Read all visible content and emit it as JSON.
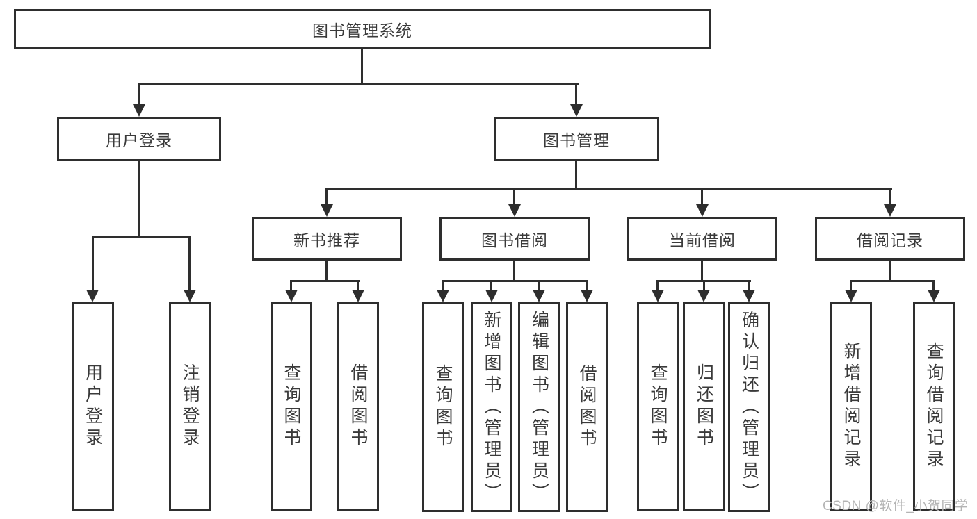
{
  "diagram": {
    "root": "图书管理系统",
    "level2": {
      "user_login": "用户登录",
      "book_mgmt": "图书管理"
    },
    "level3": {
      "new_books": "新书推荐",
      "book_borrow": "图书借阅",
      "current_borrow": "当前借阅",
      "borrow_records": "借阅记录"
    },
    "leaves": {
      "user_login": [
        "用户登录",
        "注销登录"
      ],
      "new_books": [
        "查询图书",
        "借阅图书"
      ],
      "book_borrow": [
        "查询图书",
        "新增图书（管理员）",
        "编辑图书（管理员）",
        "借阅图书"
      ],
      "current_borrow": [
        "查询图书",
        "归还图书",
        "确认归还（管理员）"
      ],
      "borrow_records": [
        "新增借阅记录",
        "查询借阅记录"
      ]
    }
  },
  "watermark": "CSDN @软件_小贺同学",
  "colors": {
    "line": "#2e2e2e",
    "text": "#3a3a3a",
    "watermark": "#b4b4b4",
    "background": "#ffffff"
  }
}
